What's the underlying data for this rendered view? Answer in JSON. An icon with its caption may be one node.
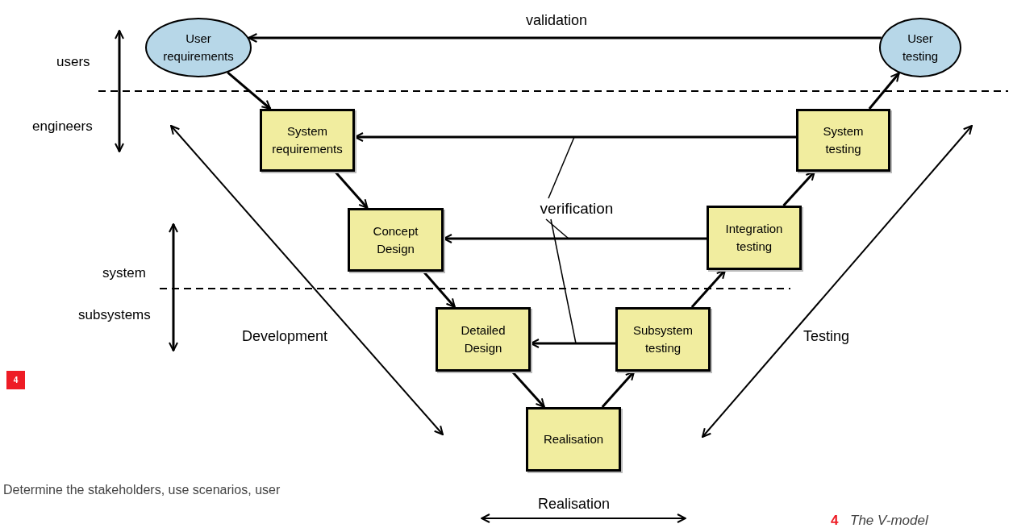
{
  "diagram": {
    "caption": "The V-model",
    "nodes": [
      {
        "text": [
          "User requirements"
        ]
      },
      {
        "text": [
          "User testing"
        ]
      },
      {
        "text": [
          "System requirements"
        ]
      },
      {
        "text": [
          "Concept Design"
        ]
      },
      {
        "text": [
          "Detailed Design"
        ]
      },
      {
        "text": [
          "Realisation"
        ]
      },
      {
        "text": [
          "Subsystem testing"
        ]
      },
      {
        "text": [
          "Integration testing"
        ]
      },
      {
        "text": [
          "System testing"
        ]
      },
      {
        "text": [
          "verification"
        ]
      }
    ],
    "edges": [
      {
        "from": 0,
        "to": 2,
        "arrow": "to"
      },
      {
        "from": 2,
        "to": 3,
        "arrow": "to"
      },
      {
        "from": 3,
        "to": 4,
        "arrow": "to"
      },
      {
        "from": 4,
        "to": 5,
        "arrow": "to"
      },
      {
        "from": 5,
        "to": 6,
        "arrow": "to"
      },
      {
        "from": 6,
        "to": 7,
        "arrow": "to"
      },
      {
        "from": 7,
        "to": 8,
        "arrow": "to"
      },
      {
        "from": 8,
        "to": 1,
        "arrow": "to"
      },
      {
        "from": 1,
        "to": 0,
        "arrow": "to",
        "label": "validation"
      },
      {
        "from": 8,
        "to": 2,
        "arrow": "to"
      },
      {
        "from": 7,
        "to": 3,
        "arrow": "to"
      },
      {
        "from": 6,
        "to": 4,
        "arrow": "to"
      },
      {
        "from": 9,
        "to": null,
        "arrow": "none"
      },
      {
        "from": 9,
        "to": null,
        "arrow": "none"
      },
      {
        "from": 9,
        "to": null,
        "arrow": "none"
      }
    ],
    "labels": [
      "users",
      "engineers",
      "system",
      "subsystems",
      "Development",
      "Testing",
      "Realisation",
      "4",
      "Determine the stakeholders, use scenarios, user",
      "4"
    ]
  }
}
